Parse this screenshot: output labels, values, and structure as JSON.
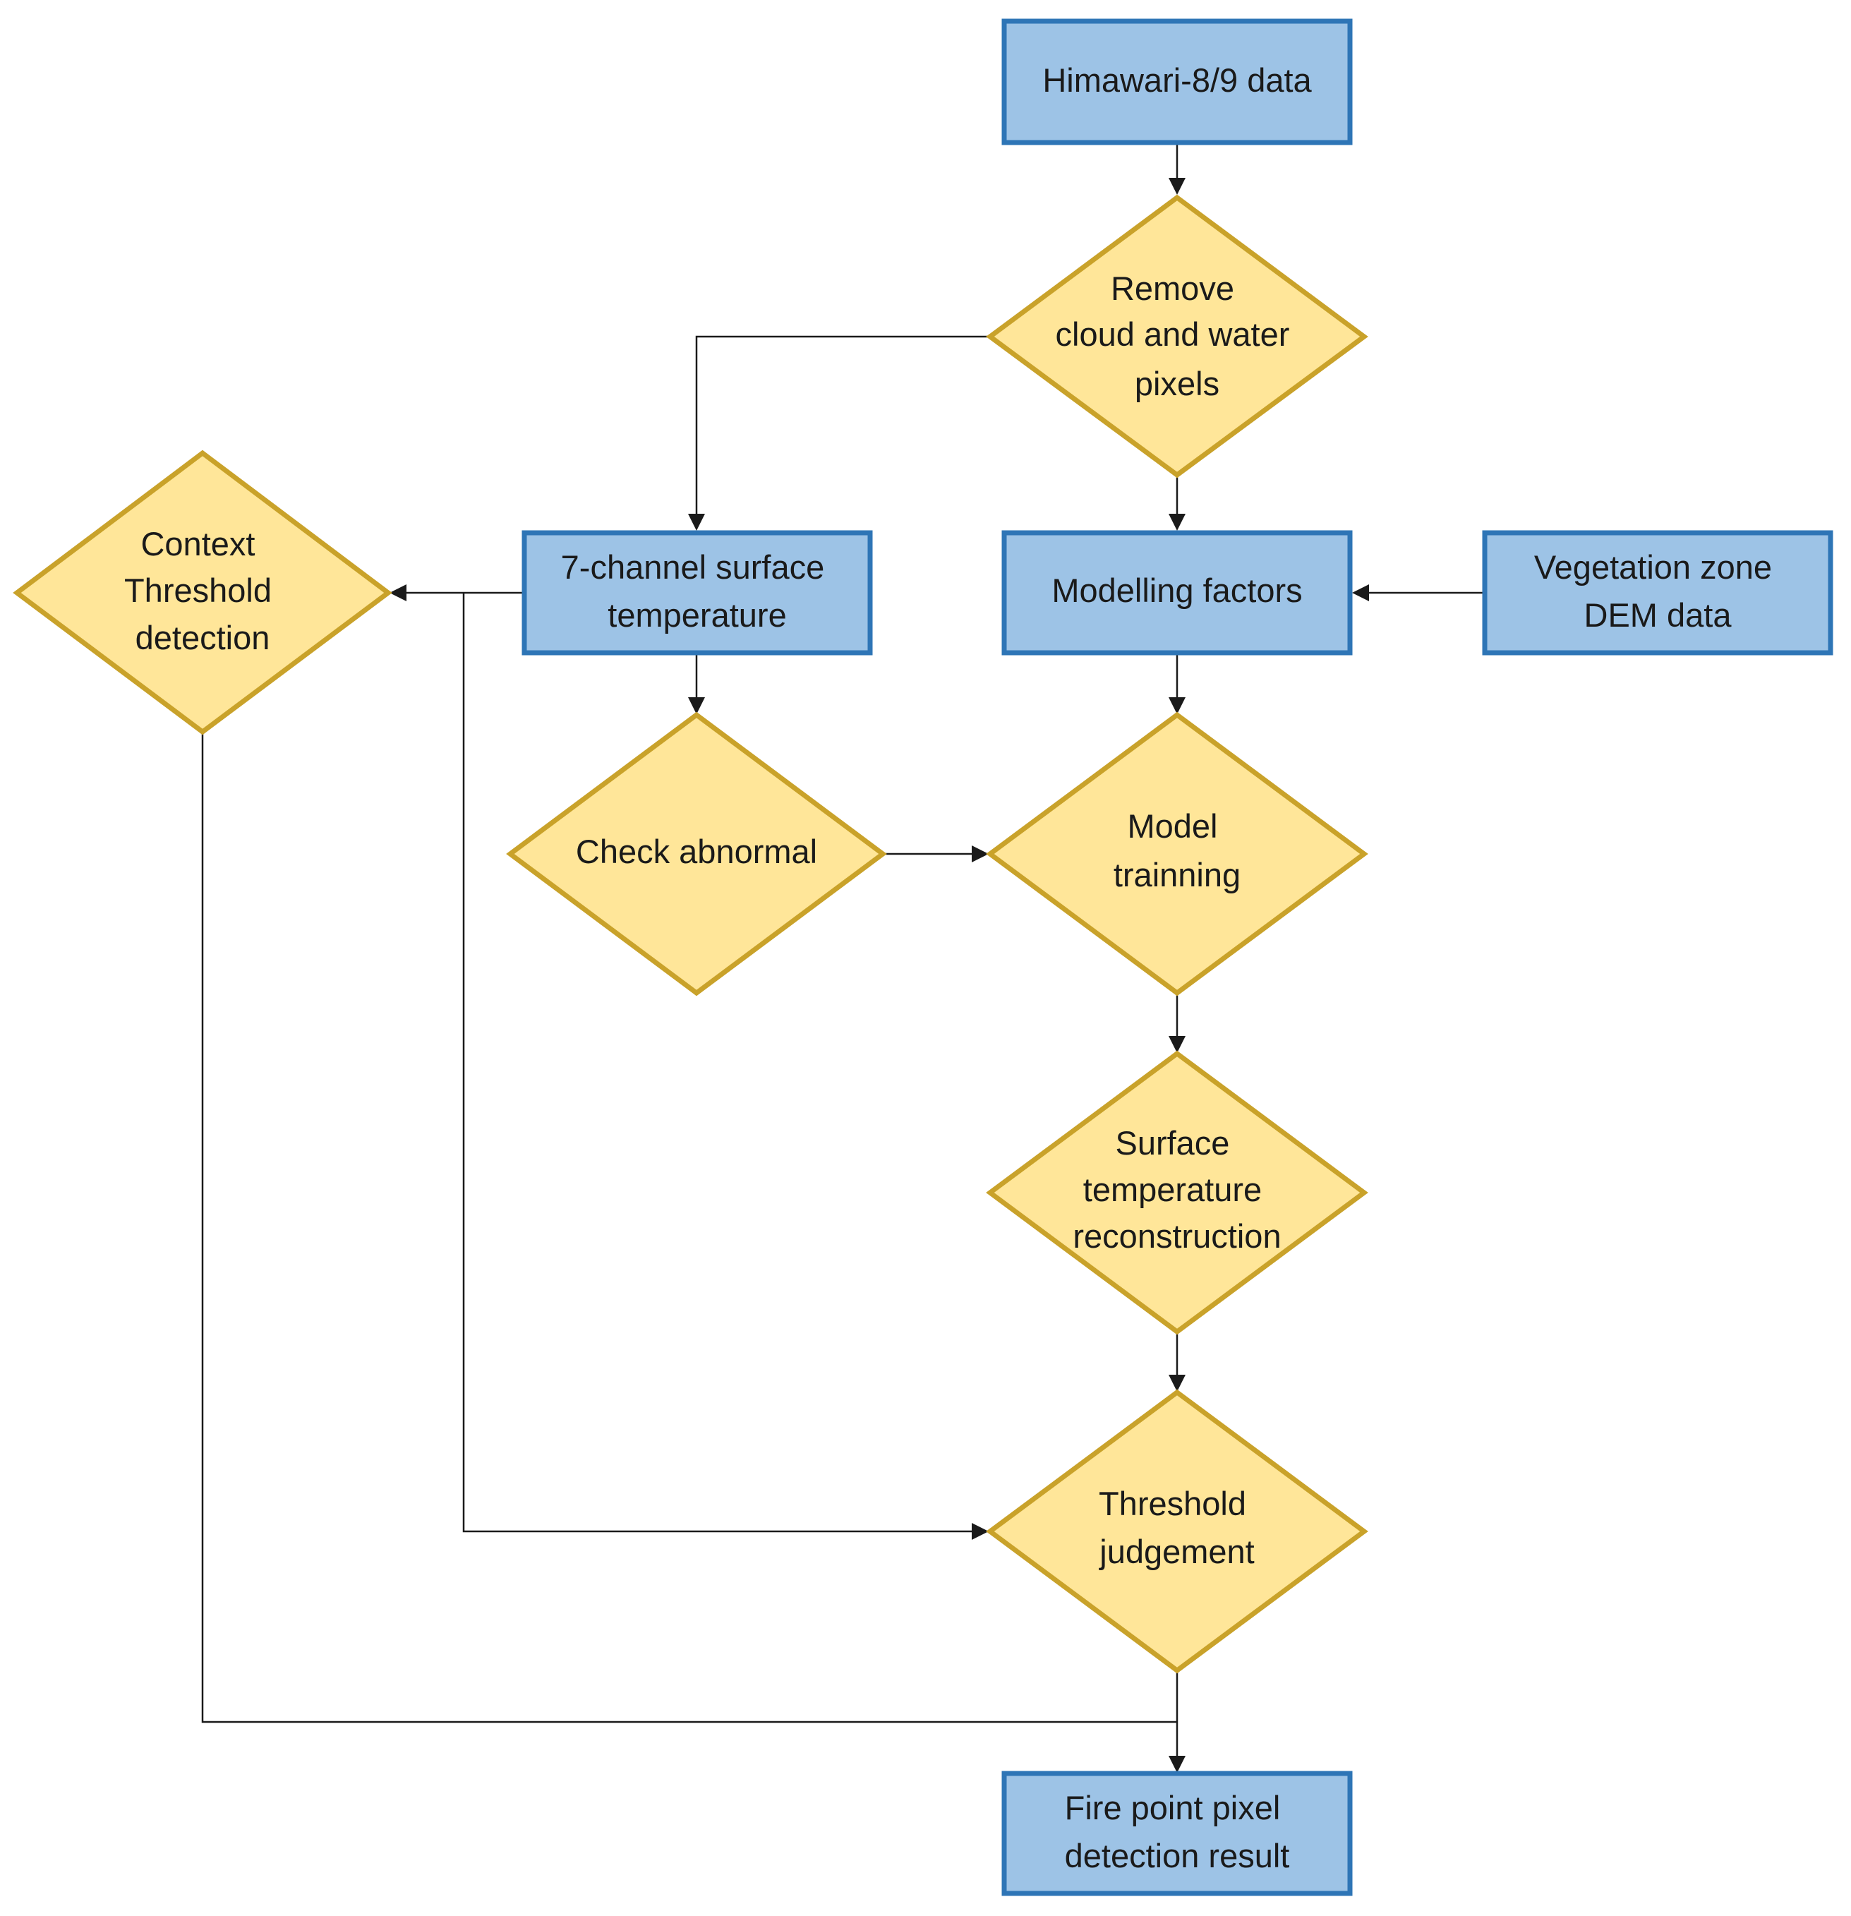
{
  "nodes": {
    "himawari": {
      "lines": [
        "Himawari-8/9 data"
      ]
    },
    "remove_cloud": {
      "lines": [
        "Remove",
        "cloud and water",
        "pixels"
      ]
    },
    "seven_channel": {
      "lines": [
        "7-channel surface",
        "temperature"
      ]
    },
    "modelling_factors": {
      "lines": [
        "Modelling factors"
      ]
    },
    "vegetation": {
      "lines": [
        "Vegetation zone",
        "DEM data"
      ]
    },
    "context_threshold": {
      "lines": [
        "Context",
        "Threshold",
        "detection"
      ]
    },
    "check_abnormal": {
      "lines": [
        "Check abnormal"
      ]
    },
    "model_training": {
      "lines": [
        "Model",
        "trainning"
      ]
    },
    "surface_reconstruction": {
      "lines": [
        "Surface",
        "temperature",
        "reconstruction"
      ]
    },
    "threshold_judgement": {
      "lines": [
        "Threshold",
        "judgement"
      ]
    },
    "fire_result": {
      "lines": [
        "Fire point pixel",
        "detection result"
      ]
    }
  },
  "colors": {
    "process_fill": "#9dc3e6",
    "process_stroke": "#2e75b6",
    "decision_fill": "#ffe699",
    "decision_stroke": "#c9a22a",
    "connector": "#1a1a1a"
  }
}
